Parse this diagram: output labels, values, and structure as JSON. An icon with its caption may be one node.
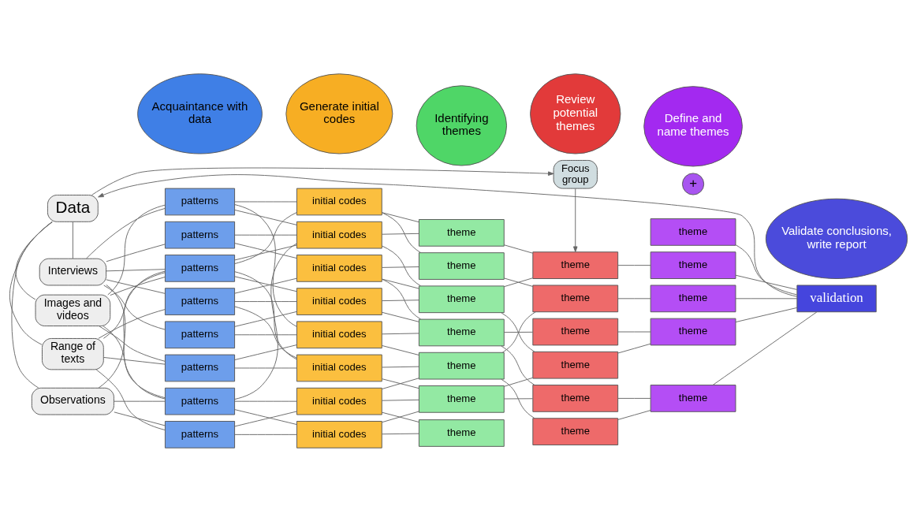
{
  "diagram": {
    "nodes": [
      {
        "text": [
          "Data"
        ]
      },
      {
        "text": [
          "Interviews"
        ]
      },
      {
        "text": [
          "Range of texts"
        ]
      },
      {
        "text": [
          "Images and videos"
        ]
      },
      {
        "text": [
          "Observations"
        ]
      },
      {
        "text": [
          "patterns"
        ]
      },
      {
        "text": [
          "patterns"
        ]
      },
      {
        "text": [
          "patterns"
        ]
      },
      {
        "text": [
          "patterns"
        ]
      },
      {
        "text": [
          "patterns"
        ]
      },
      {
        "text": [
          "patterns"
        ]
      },
      {
        "text": [
          "patterns"
        ]
      },
      {
        "text": [
          "patterns"
        ]
      },
      {
        "text": [
          "initial codes"
        ]
      },
      {
        "text": [
          "initial codes"
        ]
      },
      {
        "text": [
          "initial codes"
        ]
      },
      {
        "text": [
          "initial codes"
        ]
      },
      {
        "text": [
          "initial codes"
        ]
      },
      {
        "text": [
          "initial codes"
        ]
      },
      {
        "text": [
          "initial codes"
        ]
      },
      {
        "text": [
          "initial codes"
        ]
      },
      {
        "text": [
          "theme"
        ]
      },
      {
        "text": [
          "theme"
        ]
      },
      {
        "text": [
          "theme"
        ]
      },
      {
        "text": [
          "theme"
        ]
      },
      {
        "text": [
          "theme"
        ]
      },
      {
        "text": [
          "theme"
        ]
      },
      {
        "text": [
          "theme"
        ]
      },
      {
        "text": [
          "Focus group"
        ]
      },
      {
        "text": [
          "theme"
        ]
      },
      {
        "text": [
          "theme"
        ]
      },
      {
        "text": [
          "theme"
        ]
      },
      {
        "text": [
          "theme"
        ]
      },
      {
        "text": [
          "theme"
        ]
      },
      {
        "text": [
          "theme"
        ]
      },
      {
        "text": [
          "theme"
        ]
      },
      {
        "text": [
          "theme"
        ]
      },
      {
        "text": [
          "theme"
        ]
      },
      {
        "text": [
          "theme"
        ]
      },
      {
        "text": [
          "theme"
        ]
      },
      {
        "text": [
          "+"
        ]
      },
      {
        "text": [
          "validation"
        ]
      },
      {
        "text": [
          "Acquaintance with data"
        ]
      },
      {
        "text": [
          "Generate initial codes"
        ]
      },
      {
        "text": [
          "Identifying themes"
        ]
      },
      {
        "text": [
          "Review potential themes"
        ]
      },
      {
        "text": [
          "Define and name themes"
        ]
      },
      {
        "text": [
          "Validate conclusions, write report"
        ]
      }
    ],
    "edges": [
      {
        "from": 0,
        "to": 28,
        "arrow": "to"
      },
      {
        "from": 28,
        "to": 29,
        "arrow": "to"
      },
      {
        "from": 41,
        "to": 0,
        "arrow": "to"
      },
      {
        "from": 0,
        "to": 1,
        "arrow": "none"
      },
      {
        "from": 0,
        "to": 2,
        "arrow": "none"
      },
      {
        "from": 0,
        "to": 3,
        "arrow": "none"
      },
      {
        "from": 0,
        "to": 4,
        "arrow": "none"
      },
      {
        "from": 1,
        "to": 5,
        "arrow": "none"
      },
      {
        "from": 1,
        "to": 6,
        "arrow": "none"
      },
      {
        "from": 1,
        "to": 7,
        "arrow": "none"
      },
      {
        "from": 1,
        "to": 8,
        "arrow": "none"
      },
      {
        "from": 1,
        "to": 9,
        "arrow": "none"
      },
      {
        "from": 1,
        "to": 11,
        "arrow": "none"
      },
      {
        "from": 2,
        "to": 6,
        "arrow": "none"
      },
      {
        "from": 2,
        "to": 8,
        "arrow": "none"
      },
      {
        "from": 2,
        "to": 10,
        "arrow": "none"
      },
      {
        "from": 2,
        "to": 12,
        "arrow": "none"
      },
      {
        "from": 3,
        "to": 5,
        "arrow": "none"
      },
      {
        "from": 3,
        "to": 6,
        "arrow": "none"
      },
      {
        "from": 3,
        "to": 10,
        "arrow": "none"
      },
      {
        "from": 3,
        "to": 11,
        "arrow": "none"
      },
      {
        "from": 4,
        "to": 6,
        "arrow": "none"
      },
      {
        "from": 4,
        "to": 11,
        "arrow": "none"
      },
      {
        "from": 4,
        "to": 12,
        "arrow": "none"
      },
      {
        "from": 5,
        "to": 13,
        "arrow": "none"
      },
      {
        "from": 5,
        "to": 14,
        "arrow": "none"
      },
      {
        "from": 5,
        "to": 17,
        "arrow": "none"
      },
      {
        "from": 6,
        "to": 13,
        "arrow": "none"
      },
      {
        "from": 6,
        "to": 14,
        "arrow": "none"
      },
      {
        "from": 6,
        "to": 16,
        "arrow": "none"
      },
      {
        "from": 6,
        "to": 18,
        "arrow": "none"
      },
      {
        "from": 7,
        "to": 15,
        "arrow": "none"
      },
      {
        "from": 7,
        "to": 13,
        "arrow": "none"
      },
      {
        "from": 8,
        "to": 16,
        "arrow": "none"
      },
      {
        "from": 8,
        "to": 15,
        "arrow": "none"
      },
      {
        "from": 8,
        "to": 18,
        "arrow": "none"
      },
      {
        "from": 9,
        "to": 17,
        "arrow": "none"
      },
      {
        "from": 9,
        "to": 16,
        "arrow": "none"
      },
      {
        "from": 10,
        "to": 18,
        "arrow": "none"
      },
      {
        "from": 10,
        "to": 17,
        "arrow": "none"
      },
      {
        "from": 11,
        "to": 19,
        "arrow": "none"
      },
      {
        "from": 11,
        "to": 13,
        "arrow": "none"
      },
      {
        "from": 11,
        "to": 20,
        "arrow": "none"
      },
      {
        "from": 12,
        "to": 20,
        "arrow": "none"
      },
      {
        "from": 12,
        "to": 19,
        "arrow": "none"
      },
      {
        "from": 13,
        "to": 21,
        "arrow": "none"
      },
      {
        "from": 13,
        "to": 23,
        "arrow": "none"
      },
      {
        "from": 14,
        "to": 21,
        "arrow": "none"
      },
      {
        "from": 14,
        "to": 22,
        "arrow": "none"
      },
      {
        "from": 15,
        "to": 22,
        "arrow": "none"
      },
      {
        "from": 15,
        "to": 23,
        "arrow": "none"
      },
      {
        "from": 15,
        "to": 24,
        "arrow": "none"
      },
      {
        "from": 16,
        "to": 23,
        "arrow": "none"
      },
      {
        "from": 16,
        "to": 24,
        "arrow": "none"
      },
      {
        "from": 17,
        "to": 24,
        "arrow": "none"
      },
      {
        "from": 17,
        "to": 25,
        "arrow": "none"
      },
      {
        "from": 18,
        "to": 25,
        "arrow": "none"
      },
      {
        "from": 18,
        "to": 26,
        "arrow": "none"
      },
      {
        "from": 19,
        "to": 26,
        "arrow": "none"
      },
      {
        "from": 19,
        "to": 25,
        "arrow": "none"
      },
      {
        "from": 19,
        "to": 27,
        "arrow": "none"
      },
      {
        "from": 20,
        "to": 27,
        "arrow": "none"
      },
      {
        "from": 20,
        "to": 26,
        "arrow": "none"
      },
      {
        "from": 21,
        "to": 29,
        "arrow": "none"
      },
      {
        "from": 22,
        "to": 30,
        "arrow": "none"
      },
      {
        "from": 23,
        "to": 29,
        "arrow": "none"
      },
      {
        "from": 23,
        "to": 32,
        "arrow": "none"
      },
      {
        "from": 24,
        "to": 31,
        "arrow": "none"
      },
      {
        "from": 24,
        "to": 33,
        "arrow": "none"
      },
      {
        "from": 25,
        "to": 30,
        "arrow": "none"
      },
      {
        "from": 25,
        "to": 34,
        "arrow": "none"
      },
      {
        "from": 26,
        "to": 32,
        "arrow": "none"
      },
      {
        "from": 26,
        "to": 33,
        "arrow": "none"
      },
      {
        "from": 29,
        "to": 35,
        "arrow": "none"
      },
      {
        "from": 30,
        "to": 36,
        "arrow": "none"
      },
      {
        "from": 31,
        "to": 37,
        "arrow": "none"
      },
      {
        "from": 32,
        "to": 37,
        "arrow": "none"
      },
      {
        "from": 33,
        "to": 38,
        "arrow": "none"
      },
      {
        "from": 34,
        "to": 38,
        "arrow": "none"
      },
      {
        "from": 35,
        "to": 41,
        "arrow": "none"
      },
      {
        "from": 36,
        "to": 41,
        "arrow": "none"
      },
      {
        "from": 37,
        "to": 41,
        "arrow": "none"
      },
      {
        "from": 38,
        "to": 41,
        "arrow": "none"
      },
      {
        "from": 39,
        "to": 41,
        "arrow": "none"
      }
    ]
  }
}
